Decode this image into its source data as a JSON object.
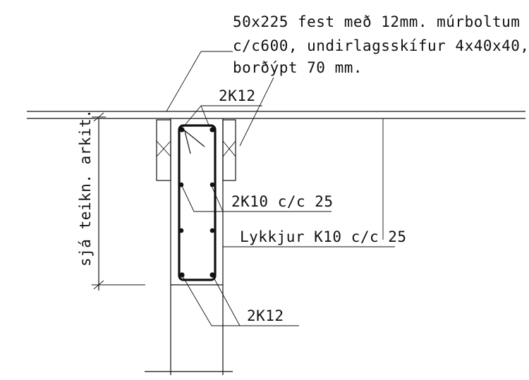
{
  "note": {
    "line1": "50x225 fest með 12mm. múrboltum",
    "line2": "c/c600, undirlagsskífur 4x40x40,",
    "line3": "borðýpt 70 mm."
  },
  "labels": {
    "top_bars": "2K12",
    "side_bars": "2K10 c/c 25",
    "stirrups": "Lykkjur K10 c/c 25",
    "bottom_bars": "2K12",
    "dimension_text": "sjá teikn. arkit."
  },
  "colors": {
    "line": "#111111",
    "background": "#ffffff"
  }
}
